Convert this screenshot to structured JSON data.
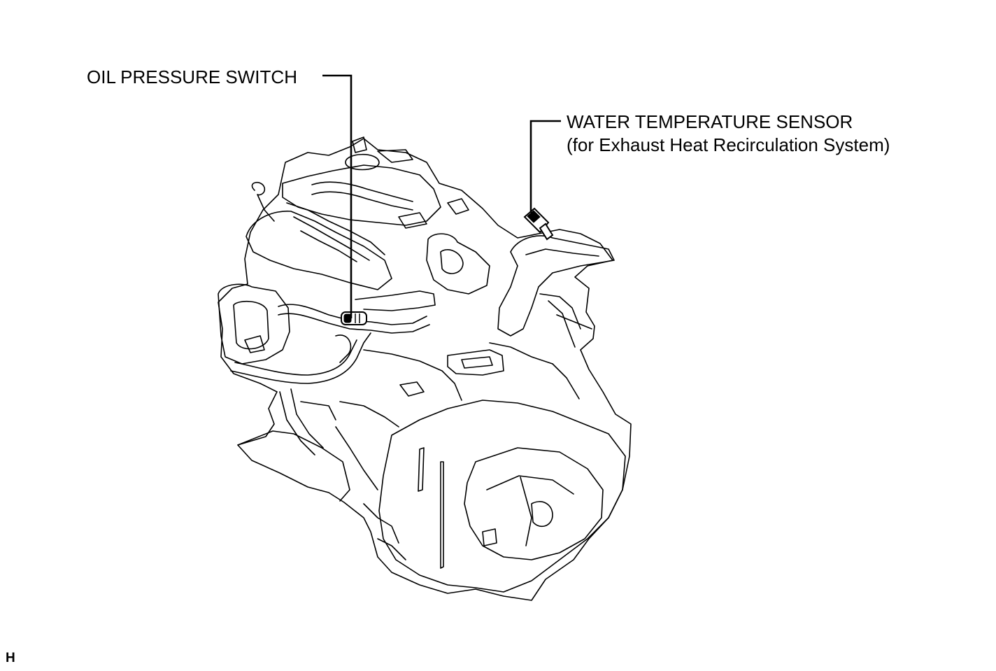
{
  "callouts": {
    "oil_pressure_switch": "OIL PRESSURE SWITCH",
    "water_temperature_sensor": "WATER TEMPERATURE SENSOR",
    "water_temperature_sensor_note": "(for Exhaust Heat Recirculation System)"
  },
  "reference_code": "H",
  "colors": {
    "line": "#000000",
    "background": "#ffffff"
  }
}
